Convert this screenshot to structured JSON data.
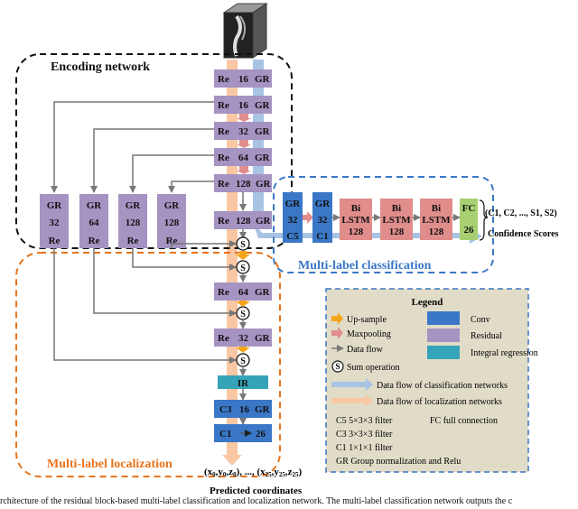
{
  "regions": {
    "encoding": "Encoding network",
    "classification": "Multi-label  classification",
    "localization": "Multi-label localization"
  },
  "encoder_blocks": [
    {
      "left": "Re",
      "num": "16",
      "right": "GR"
    },
    {
      "left": "Re",
      "num": "16",
      "right": "GR"
    },
    {
      "left": "Re",
      "num": "32",
      "right": "GR"
    },
    {
      "left": "Re",
      "num": "64",
      "right": "GR"
    },
    {
      "left": "Re",
      "num": "128",
      "right": "GR"
    },
    {
      "left": "Re",
      "num": "128",
      "right": "GR"
    }
  ],
  "skip_blocks": [
    {
      "top": "GR",
      "num": "32",
      "bottom": "Re"
    },
    {
      "top": "GR",
      "num": "64",
      "bottom": "Re"
    },
    {
      "top": "GR",
      "num": "128",
      "bottom": "Re"
    },
    {
      "top": "GR",
      "num": "128",
      "bottom": "Re"
    }
  ],
  "decoder_blocks": [
    {
      "left": "Re",
      "num": "64",
      "right": "GR"
    },
    {
      "left": "Re",
      "num": "32",
      "right": "GR"
    }
  ],
  "decoder_tail": {
    "ir": "IR",
    "c3": {
      "left": "C3",
      "num": "16",
      "right": "GR"
    },
    "c1": {
      "left": "C1",
      "num": "26"
    }
  },
  "classifier": {
    "b1": {
      "top": "GR",
      "num": "32",
      "bottom": "C5"
    },
    "b2": {
      "top": "GR",
      "num": "32",
      "bottom": "C1"
    },
    "lstm": {
      "l1": "Bi",
      "l2": "LSTM",
      "l3": "128"
    },
    "fc": {
      "top": "FC",
      "num": "26"
    },
    "output": "(C1, C2, ..., S1, S2)",
    "output_label": "Confidence Scores"
  },
  "sum_symbol": "S",
  "coords": {
    "x0": "x",
    "y0": "y",
    "z0": "z",
    "sub0": "0",
    "dots": ", ..., ",
    "x25": "x",
    "y25": "y",
    "z25": "z",
    "sub25": "25",
    "label": "Predicted coordinates"
  },
  "legend": {
    "title": "Legend",
    "upsample": "Up-sample",
    "maxpooling": "Maxpooling",
    "dataflow": "Data flow",
    "sum": "Sum operation",
    "conv": "Conv",
    "residual": "Residual",
    "integral": "Integral regression",
    "cls_flow": "Data flow of classification  networks",
    "loc_flow": "Data flow of localization  networks",
    "c5": "C5    5×3×3 filter",
    "fc": "FC   full connection",
    "c3": "C3    3×3×3 filter",
    "c1": "C1    1×1×1 filter",
    "gr": "GR   Group normalization and Relu"
  },
  "caption": "rchitecture of the residual block-based multi-label classification and localization network. The multi-label classification network outputs the c",
  "colors": {
    "residual": "#a593c2",
    "conv": "#3a77c6",
    "lstm": "#e08d8c",
    "fc": "#a8cf71",
    "integral": "#36a4b8",
    "loc_flow": "#f9c7a3",
    "cls_flow": "#a9c3e5",
    "legend_bg": "#e1dcc8",
    "encoding_border": "#111111",
    "loc_border": "#e8741c",
    "cls_border": "#3a77c6"
  }
}
